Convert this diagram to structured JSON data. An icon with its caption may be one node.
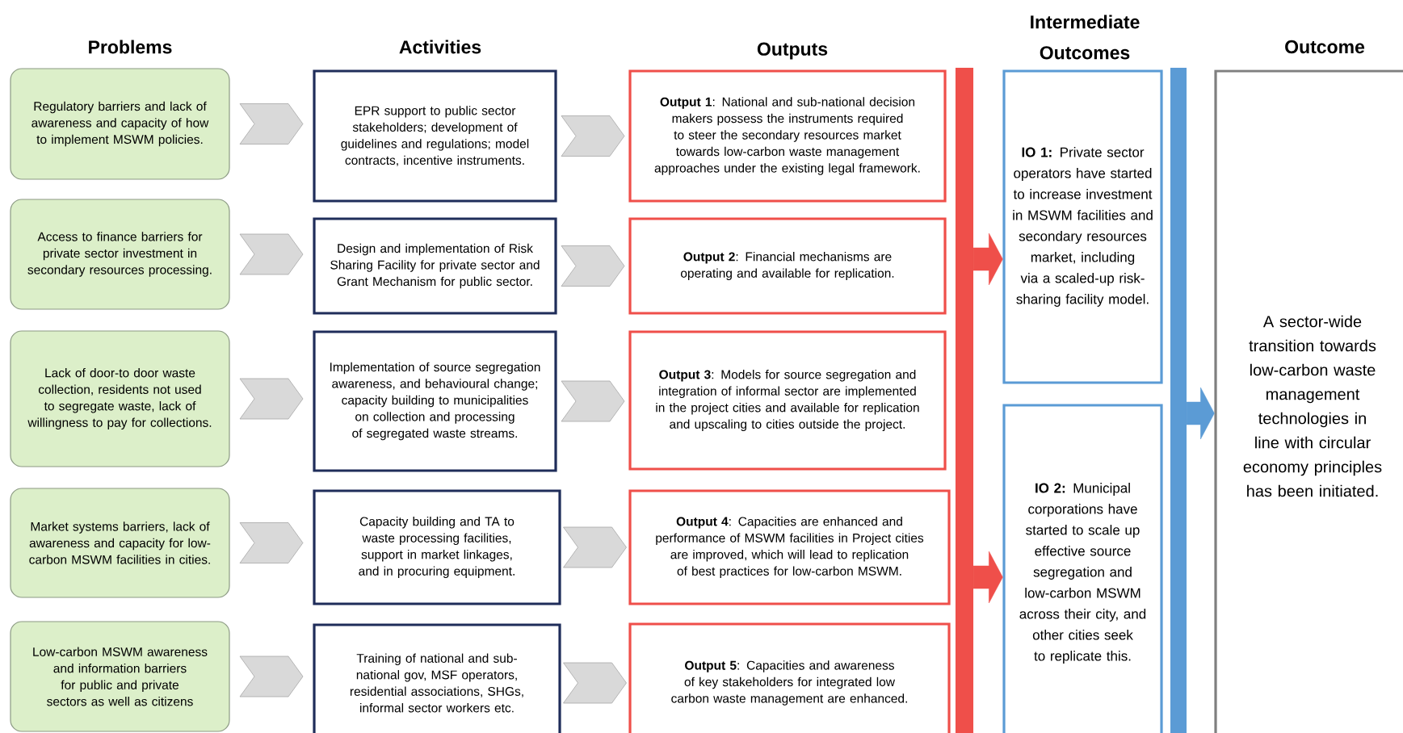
{
  "diagram": {
    "nodes": [
      {
        "text": [
          "Regulatory barriers and lack of awareness and capacity of how to implement MSWM policies."
        ]
      },
      {
        "text": [
          "Access to finance barriers for private sector investment in secondary resources processing."
        ]
      },
      {
        "text": [
          "Lack of door-to door waste collection, residents not used to segregate waste, lack of willingness to pay for collections."
        ]
      },
      {
        "text": [
          "Market systems barriers, lack of awareness and capacity for low-carbon MSWM facilities in cities."
        ]
      },
      {
        "text": [
          "Low-carbon MSWM awareness and information barriers for public and private sectors as well as citizens"
        ]
      },
      {
        "text": [
          "EPR support to public sector stakeholders; development of guidelines and regulations; model contracts, incentive instruments."
        ]
      },
      {
        "text": [
          "Design and implementation of Risk Sharing Facility for private sector and Grant Mechanism for public sector."
        ]
      },
      {
        "text": [
          "Implementation of source segregation awareness, and behavioural change; capacity building to municipalities on collection and processing of segregated waste streams."
        ]
      },
      {
        "text": [
          "Capacity building and TA to waste processing facilities, support in market linkages, and in procuring equipment."
        ]
      },
      {
        "text": [
          "Training of national and sub-national gov, MSF operators, residential associations, SHGs, informal sector workers etc."
        ]
      },
      {
        "text": [
          "**Output 1**: National and sub-national decision makers possess the instruments required to steer the secondary resources market towards low-carbon waste management approaches under the existing legal framework."
        ]
      },
      {
        "text": [
          "**Output 2**: Financial mechanisms are operating and available for replication."
        ]
      },
      {
        "text": [
          "**Output 3**: Models for source segregation and integration of informal sector are implemented in the project cities and available for replication and upscaling to cities outside the project."
        ]
      },
      {
        "text": [
          "**Output 4**: Capacities are enhanced and performance of MSWM facilities in Project cities are improved, which will lead to replication of best practices for low-carbon MSWM."
        ]
      },
      {
        "text": [
          "**Output 5**: Capacities and awareness of key stakeholders for integrated low carbon waste management are enhanced."
        ]
      },
      {
        "text": [
          "**IO 1:** Private sector operators have started to increase investment in MSWM facilities and secondary resources market, including via a scaled-up risk-sharing facility model."
        ]
      },
      {
        "text": [
          "**IO 2:** Municipal corporations have started to scale up effective source segregation and low-carbon MSWM across their city, and other cities seek to replicate this."
        ]
      },
      {
        "text": [
          "A sector-wide transition towards low-carbon waste management technologies in line with circular economy principles has been initiated."
        ]
      },
      {
        "text": [],
        "shape": "bar"
      },
      {
        "text": [],
        "shape": "bar"
      }
    ],
    "edges": [
      {
        "from": 0,
        "to": 5,
        "arrow": "to"
      },
      {
        "from": 1,
        "to": 6,
        "arrow": "to"
      },
      {
        "from": 2,
        "to": 7,
        "arrow": "to"
      },
      {
        "from": 3,
        "to": 8,
        "arrow": "to"
      },
      {
        "from": 4,
        "to": 9,
        "arrow": "to"
      },
      {
        "from": 5,
        "to": 10,
        "arrow": "to"
      },
      {
        "from": 6,
        "to": 11,
        "arrow": "to"
      },
      {
        "from": 7,
        "to": 12,
        "arrow": "to"
      },
      {
        "from": 8,
        "to": 13,
        "arrow": "to"
      },
      {
        "from": 9,
        "to": 14,
        "arrow": "to"
      },
      {
        "from": 18,
        "to": 15,
        "arrow": "to",
        "color": "#ef4f4a"
      },
      {
        "from": 18,
        "to": 16,
        "arrow": "to",
        "color": "#ef4f4a"
      },
      {
        "from": 19,
        "to": 17,
        "arrow": "to",
        "color": "#5b9bd5"
      }
    ],
    "labels": [
      "Problems",
      "Activities",
      "Outputs",
      "Intermediate Outcomes",
      "Outcome"
    ]
  }
}
